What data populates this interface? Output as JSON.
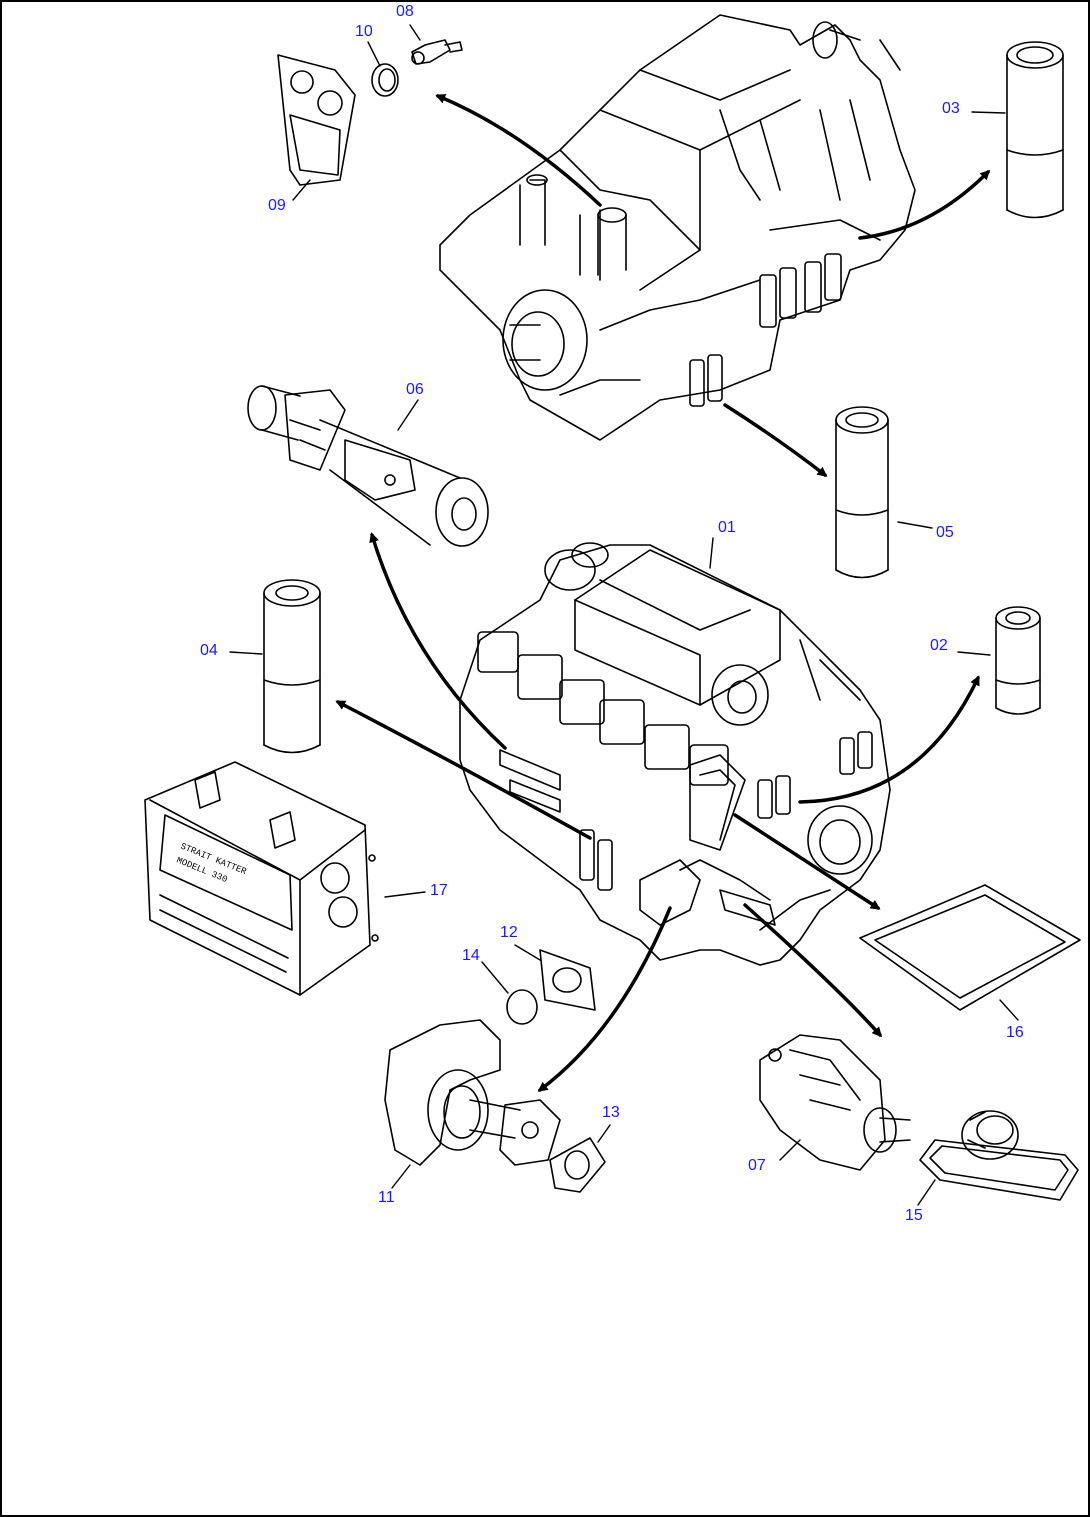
{
  "colors": {
    "callout": "#1a1aff",
    "linework": "#000000",
    "background": "#ffffff"
  },
  "callouts": [
    {
      "id": "01",
      "label": "01"
    },
    {
      "id": "02",
      "label": "02"
    },
    {
      "id": "03",
      "label": "03"
    },
    {
      "id": "04",
      "label": "04"
    },
    {
      "id": "05",
      "label": "05"
    },
    {
      "id": "06",
      "label": "06"
    },
    {
      "id": "07",
      "label": "07"
    },
    {
      "id": "08",
      "label": "08"
    },
    {
      "id": "09",
      "label": "09"
    },
    {
      "id": "10",
      "label": "10"
    },
    {
      "id": "11",
      "label": "11"
    },
    {
      "id": "12",
      "label": "12"
    },
    {
      "id": "13",
      "label": "13"
    },
    {
      "id": "14",
      "label": "14"
    },
    {
      "id": "15",
      "label": "15"
    },
    {
      "id": "16",
      "label": "16"
    },
    {
      "id": "17",
      "label": "17"
    }
  ],
  "parts": {
    "control_box_inscription": [
      "STRAIT KATTER",
      "MODELL 330"
    ]
  }
}
